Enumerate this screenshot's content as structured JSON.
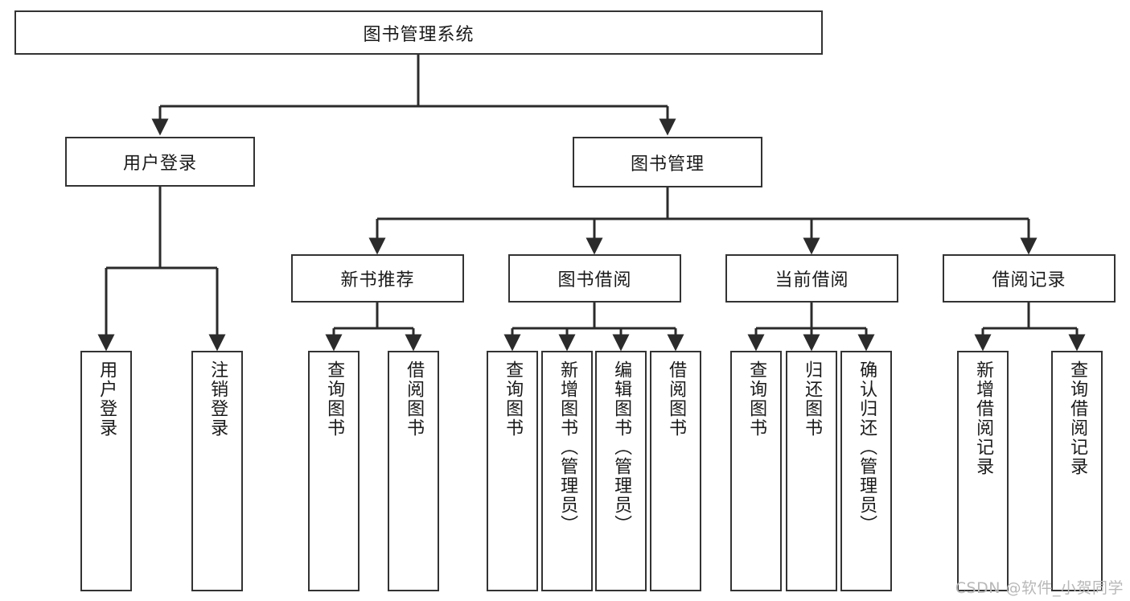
{
  "diagram": {
    "title": "图书管理系统",
    "type": "tree-hierarchy-diagram",
    "watermark": "CSDN @软件_小贺同学",
    "colors": {
      "node_border": "#333333",
      "node_fill": "#ffffff",
      "edge": "#2b2b2b",
      "text": "#1a1a1a",
      "watermark": "#b8b8b8",
      "background": "#ffffff"
    },
    "root": {
      "label": "图书管理系统"
    },
    "level2": [
      {
        "id": "user-login",
        "label": "用户登录"
      },
      {
        "id": "book-manage",
        "label": "图书管理"
      }
    ],
    "level3": [
      {
        "id": "new-book-recommend",
        "label": "新书推荐",
        "parent": "book-manage"
      },
      {
        "id": "book-borrow",
        "label": "图书借阅",
        "parent": "book-manage"
      },
      {
        "id": "current-borrow",
        "label": "当前借阅",
        "parent": "book-manage"
      },
      {
        "id": "borrow-record",
        "label": "借阅记录",
        "parent": "book-manage"
      }
    ],
    "leaves": [
      {
        "id": "leaf-user-login",
        "label": "用户登录",
        "parent": "user-login"
      },
      {
        "id": "leaf-logout-login",
        "label": "注销登录",
        "parent": "user-login"
      },
      {
        "id": "leaf-query-book-1",
        "label": "查询图书",
        "parent": "new-book-recommend"
      },
      {
        "id": "leaf-borrow-book-1",
        "label": "借阅图书",
        "parent": "new-book-recommend"
      },
      {
        "id": "leaf-query-book-2",
        "label": "查询图书",
        "parent": "book-borrow"
      },
      {
        "id": "leaf-add-book",
        "label": "新增图书（管理员）",
        "parent": "book-borrow"
      },
      {
        "id": "leaf-edit-book",
        "label": "编辑图书（管理员）",
        "parent": "book-borrow"
      },
      {
        "id": "leaf-borrow-book-2",
        "label": "借阅图书",
        "parent": "book-borrow"
      },
      {
        "id": "leaf-query-book-3",
        "label": "查询图书",
        "parent": "current-borrow"
      },
      {
        "id": "leaf-return-book",
        "label": "归还图书",
        "parent": "current-borrow"
      },
      {
        "id": "leaf-confirm-return",
        "label": "确认归还（管理员）",
        "parent": "current-borrow"
      },
      {
        "id": "leaf-add-record",
        "label": "新增借阅记录",
        "parent": "borrow-record"
      },
      {
        "id": "leaf-query-record",
        "label": "查询借阅记录",
        "parent": "borrow-record"
      }
    ]
  }
}
